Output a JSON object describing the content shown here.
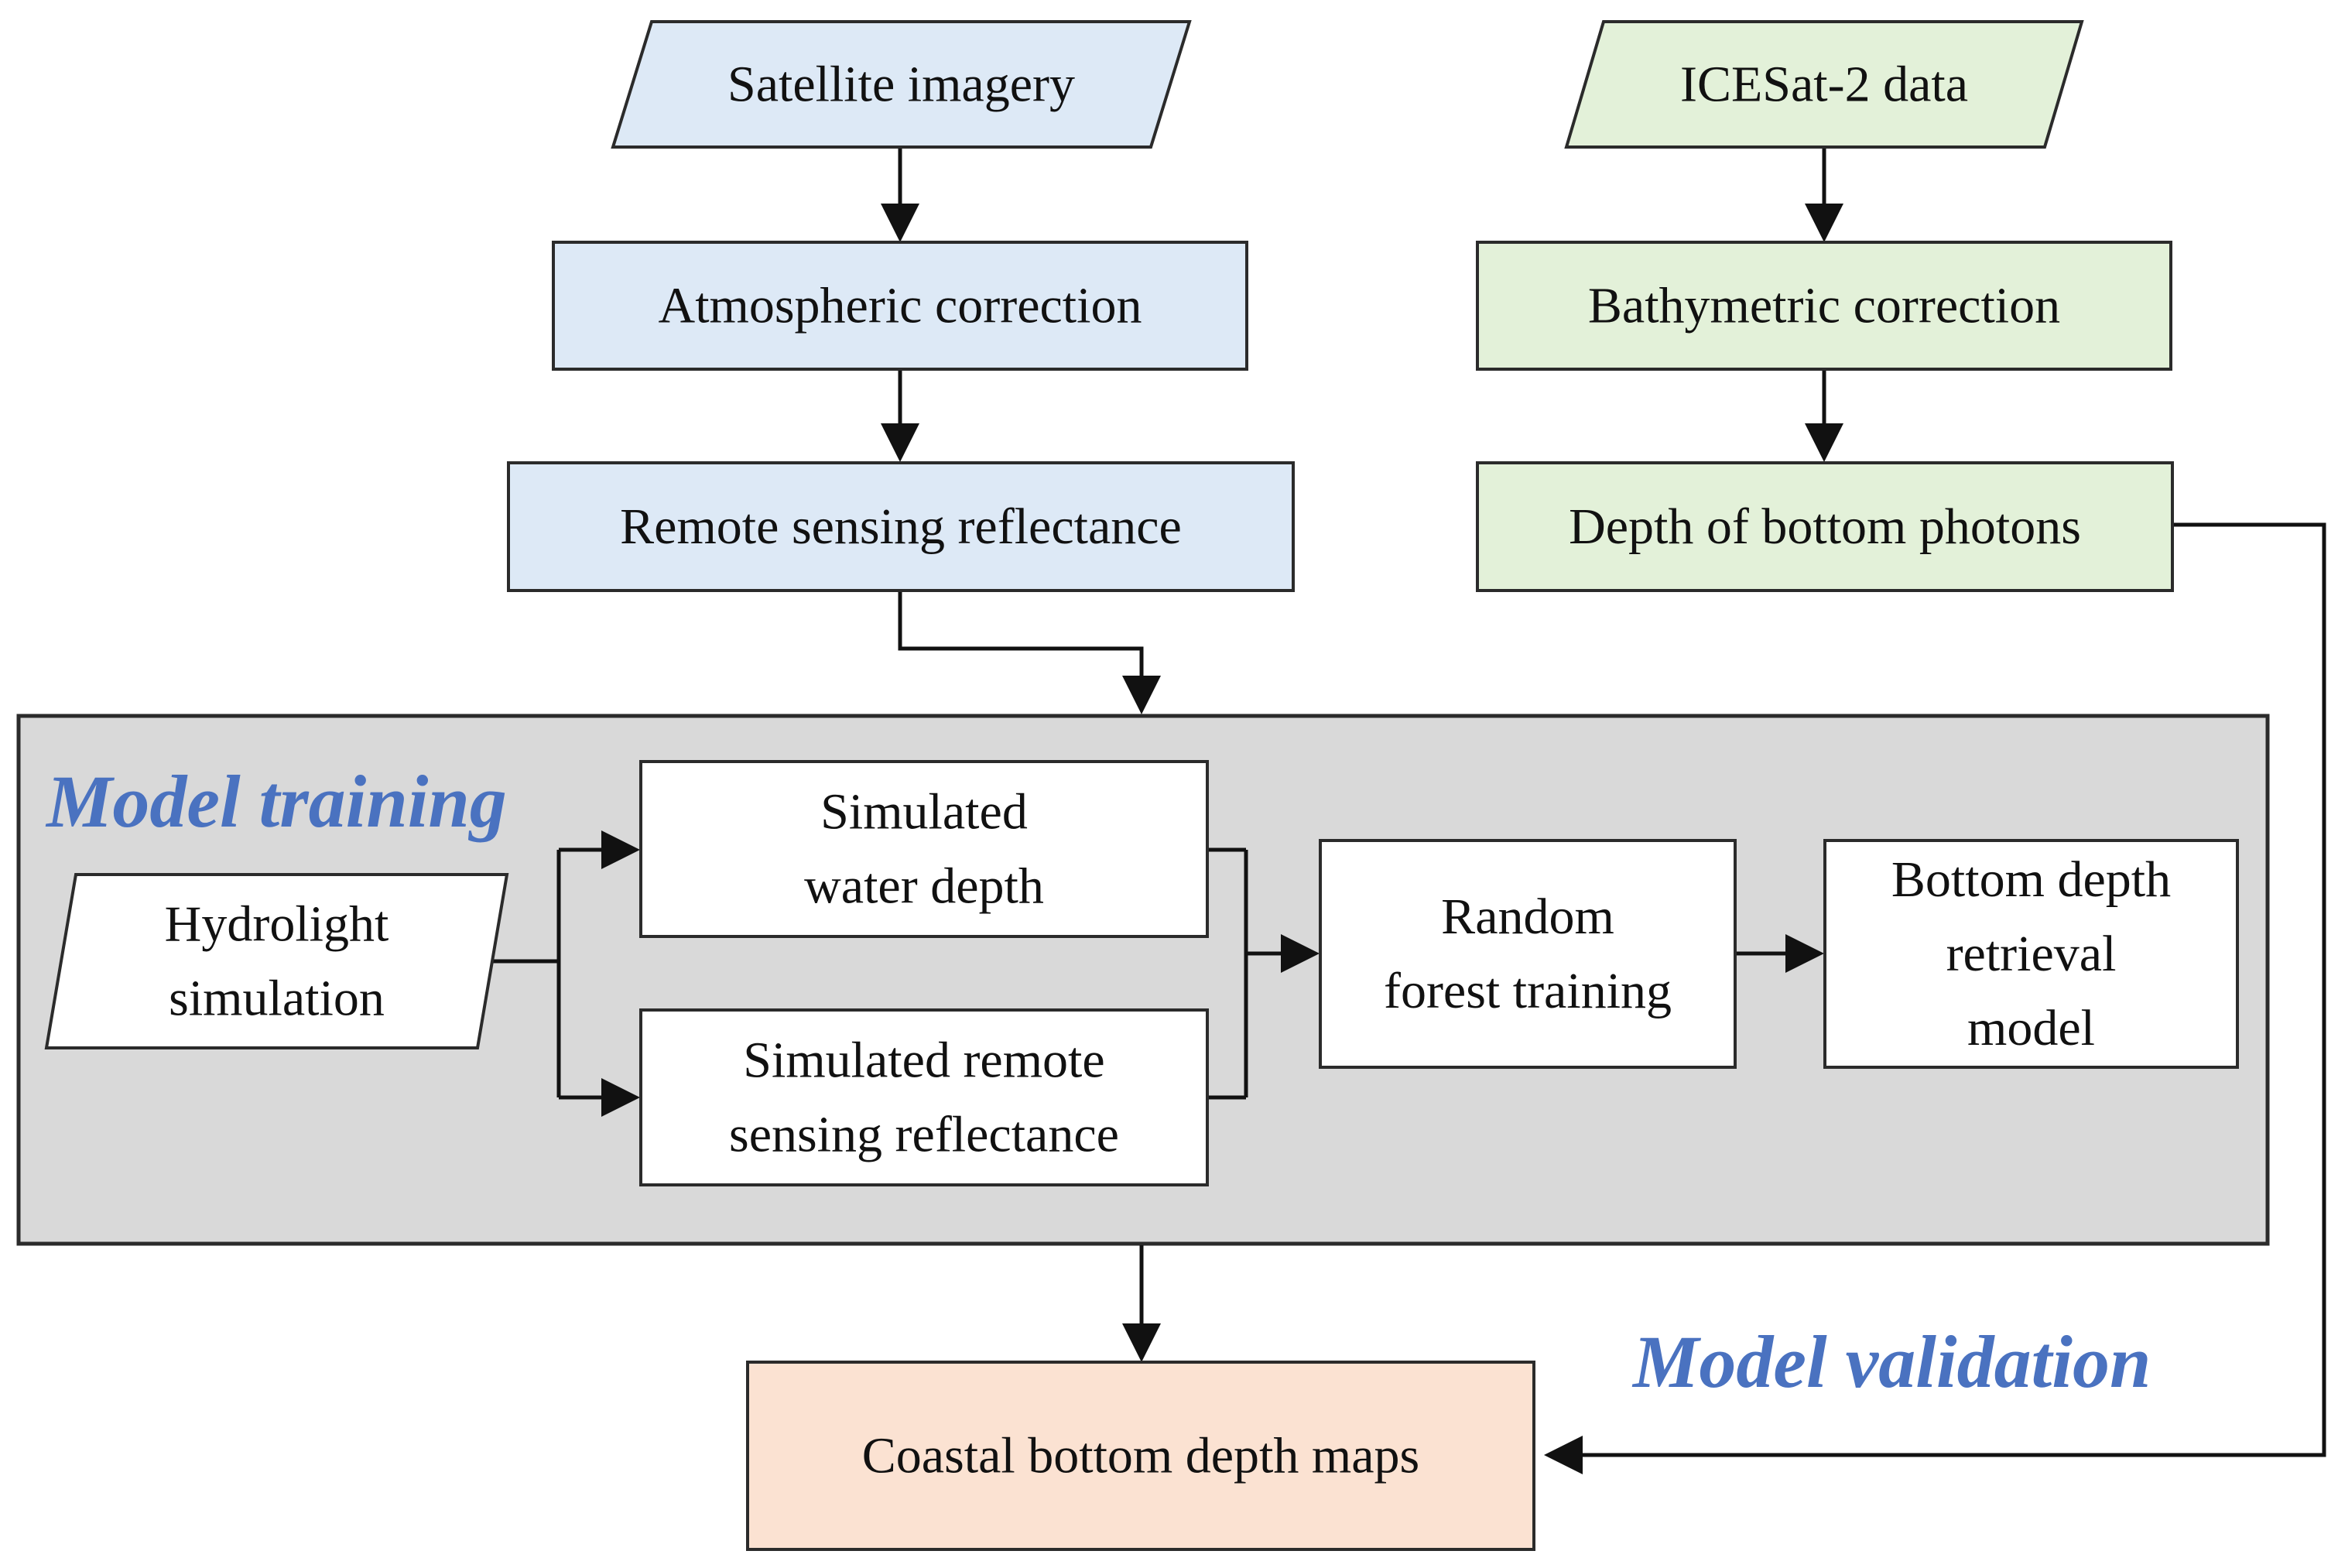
{
  "colors": {
    "input_blue": "#dde9f6",
    "input_green": "#e3f1d9",
    "process_white": "#ffffff",
    "output_peach": "#fbe2d2",
    "training_panel": "#d9d9d9",
    "section_label": "#4a72c0",
    "stroke": "#111111"
  },
  "nodes": {
    "satellite_imagery": {
      "lines": [
        "Satellite imagery"
      ]
    },
    "atmospheric_correction": {
      "lines": [
        "Atmospheric correction"
      ]
    },
    "remote_sensing_reflectance": {
      "lines": [
        "Remote sensing reflectance"
      ]
    },
    "icesat2_data": {
      "lines": [
        "ICESat-2 data"
      ]
    },
    "bathymetric_correction": {
      "lines": [
        "Bathymetric correction"
      ]
    },
    "depth_bottom_photons": {
      "lines": [
        "Depth of bottom photons"
      ]
    },
    "hydrolight_simulation": {
      "lines": [
        "Hydrolight",
        "simulation"
      ]
    },
    "simulated_water_depth": {
      "lines": [
        "Simulated",
        "water depth"
      ]
    },
    "simulated_rrs": {
      "lines": [
        "Simulated remote",
        "sensing reflectance"
      ]
    },
    "random_forest_training": {
      "lines": [
        "Random",
        "forest training"
      ]
    },
    "bottom_depth_model": {
      "lines": [
        "Bottom depth",
        "retrieval",
        "model"
      ]
    },
    "coastal_maps": {
      "lines": [
        "Coastal bottom depth maps"
      ]
    }
  },
  "sections": {
    "model_training": "Model training",
    "model_validation": "Model validation"
  }
}
